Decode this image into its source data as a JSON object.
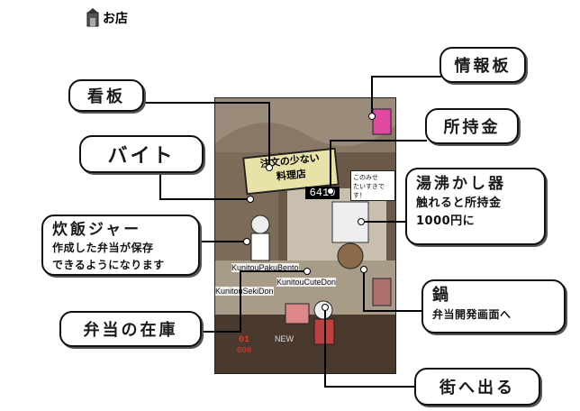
{
  "header": {
    "icon": "shop-icon",
    "title": "お店"
  },
  "labels": {
    "signboard": "看板",
    "baito": "バイト",
    "rice_jar": "炊飯ジャー",
    "rice_jar_desc_1": "作成した弁当が保存",
    "rice_jar_desc_2": "できるようになります",
    "stock": "弁当の在庫",
    "info_board": "情報板",
    "money": "所持金",
    "kettle": "湯沸かし器",
    "kettle_desc_1": "触れると所持金",
    "kettle_desc_2": "1000円に",
    "pot": "鍋",
    "pot_desc": "弁当開発画面へ",
    "go_out": "街へ出る"
  },
  "game": {
    "sign_line1": "注文の少ない",
    "sign_line2": "料理店",
    "money_value": "6410",
    "speech_line1": "このみせ",
    "speech_line2": "たいすきです！",
    "bento_1": "KunitouPakuBento",
    "bento_2": "KunitouCuteDon",
    "bento_3": "KunitouSekiDon",
    "stock_value": "01",
    "stock_sub": "000",
    "bottom_text": "NEW"
  },
  "colors": {
    "accent_pink": "#e14aa0",
    "dark_brown": "#3b2a1d",
    "sign_yellow": "#e8e2a8"
  }
}
